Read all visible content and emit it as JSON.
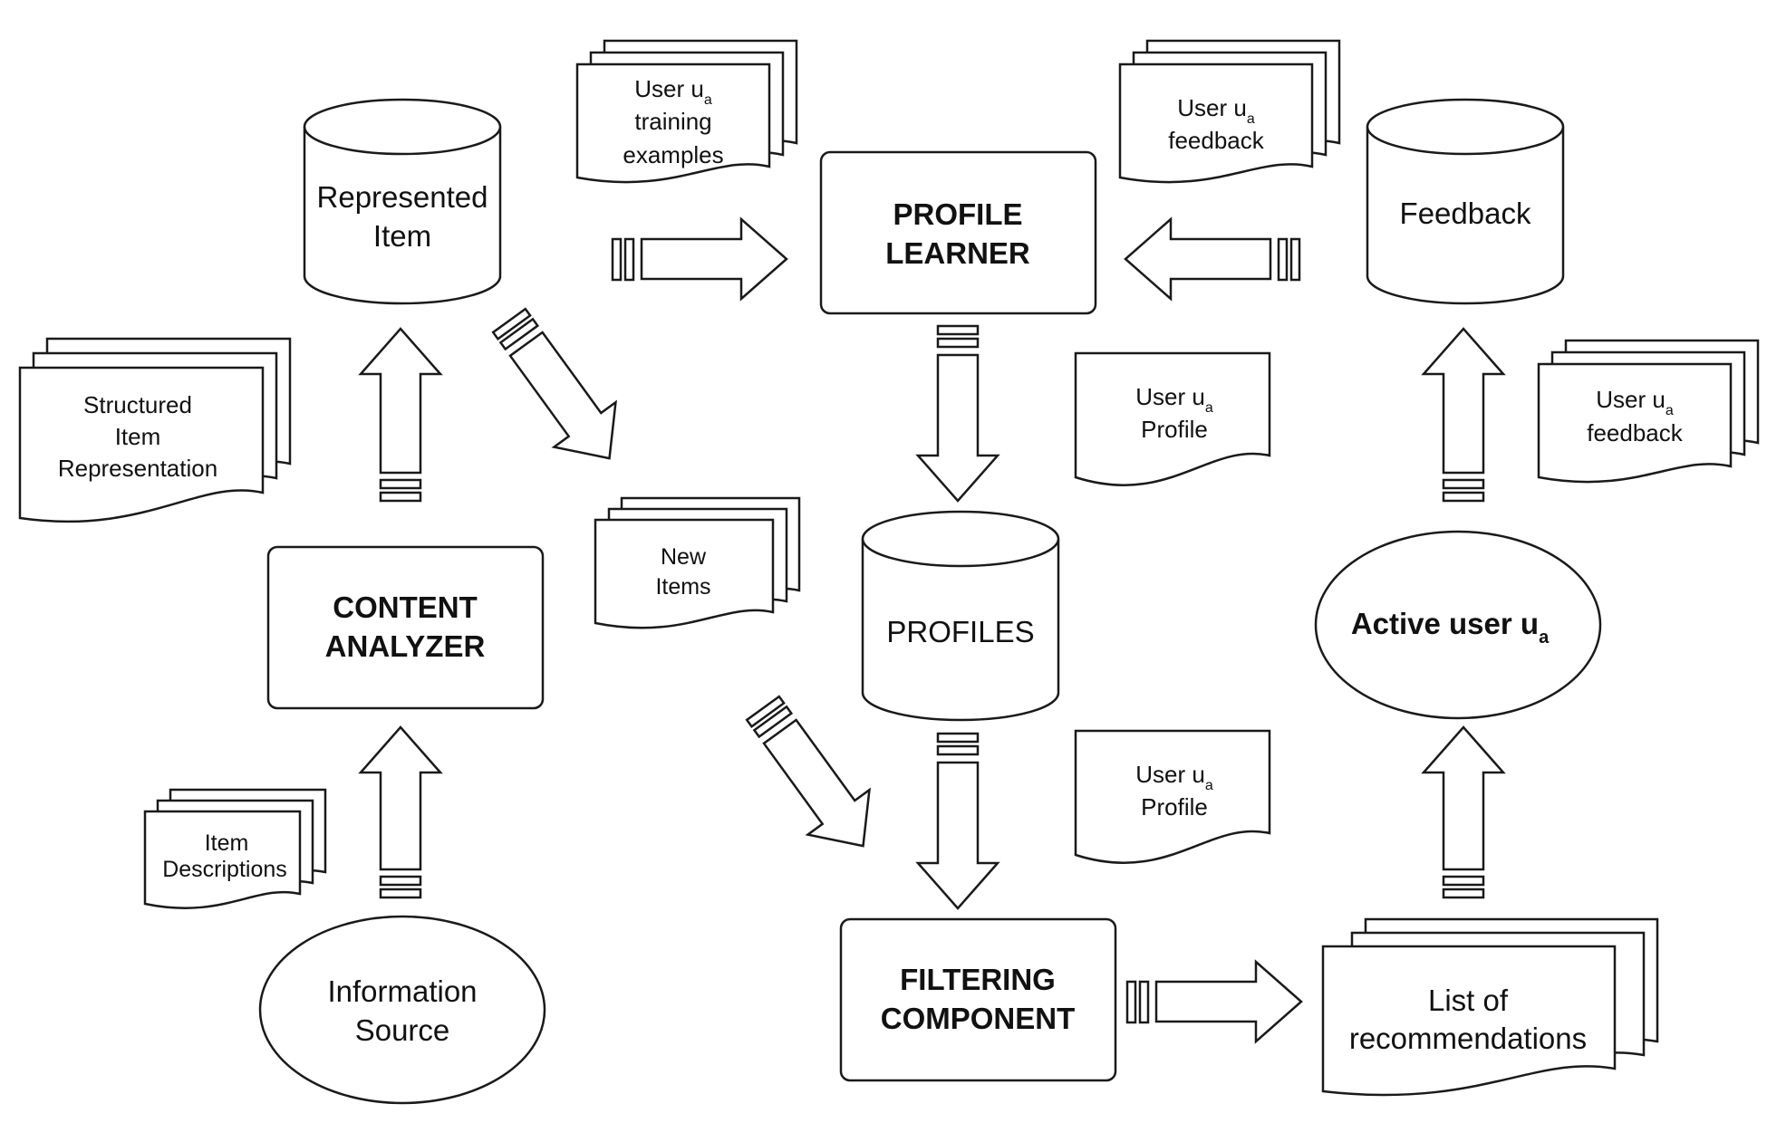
{
  "nodes": {
    "represented_item": {
      "line1": "Represented",
      "line2": "Item"
    },
    "profile_learner": {
      "line1": "PROFILE",
      "line2": "LEARNER"
    },
    "feedback_db": {
      "label": "Feedback"
    },
    "content_analyzer": {
      "line1": "CONTENT",
      "line2": "ANALYZER"
    },
    "profiles_db": {
      "label": "PROFILES"
    },
    "active_user": {
      "label": "Active user u",
      "sub": "a"
    },
    "information_source": {
      "line1": "Information",
      "line2": "Source"
    },
    "filtering_component": {
      "line1": "FILTERING",
      "line2": "COMPONENT"
    }
  },
  "documents": {
    "training_examples": {
      "line1": "User u",
      "sub": "a",
      "line2": "training",
      "line3": "examples"
    },
    "feedback_top": {
      "line1": "User u",
      "sub": "a",
      "line2": "feedback"
    },
    "structured_item": {
      "line1": "Structured",
      "line2": "Item",
      "line3": "Representation"
    },
    "profile_upper": {
      "line1": "User u",
      "sub": "a",
      "line2": "Profile"
    },
    "feedback_right": {
      "line1": "User u",
      "sub": "a",
      "line2": "feedback"
    },
    "new_items": {
      "line1": "New",
      "line2": "Items"
    },
    "profile_lower": {
      "line1": "User u",
      "sub": "a",
      "line2": "Profile"
    },
    "item_descriptions": {
      "line1": "Item",
      "line2": "Descriptions"
    },
    "recommendations": {
      "line1": "List of",
      "line2": "recommendations"
    }
  }
}
